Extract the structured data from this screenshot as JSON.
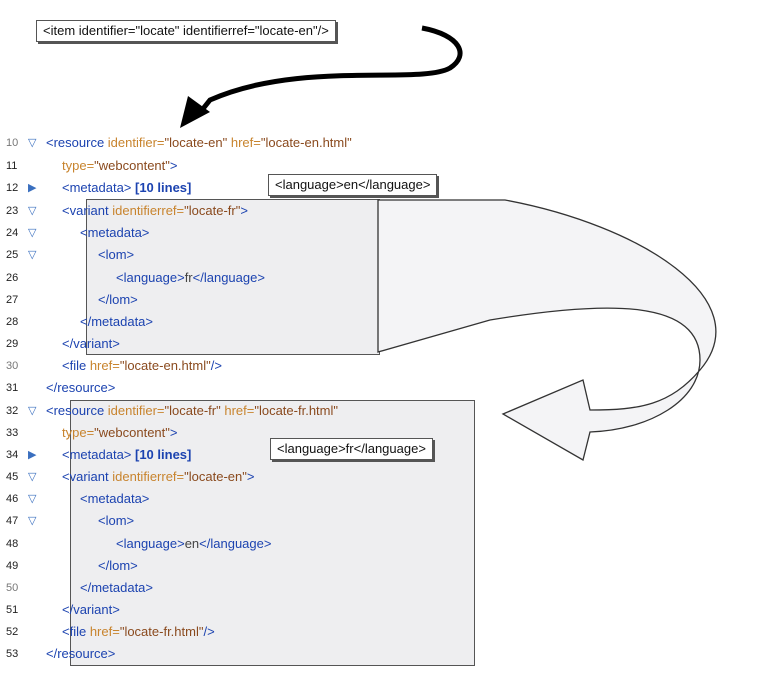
{
  "callouts": {
    "item": "<item identifier=\"locate\" identifierref=\"locate-en\"/>",
    "lang_en": "<language>en</language>",
    "lang_fr": "<language>fr</language>"
  },
  "lines": [
    {
      "n": "10",
      "fold": "open",
      "parts": [
        [
          "tag",
          "<resource "
        ],
        [
          "attr",
          "identifier="
        ],
        [
          "val",
          "\"locate-en\" "
        ],
        [
          "attr",
          "href="
        ],
        [
          "val",
          "\"locate-en.html\""
        ]
      ]
    },
    {
      "n": "11",
      "fold": "",
      "parts": [
        [
          "attr",
          "type="
        ],
        [
          "val",
          "\"webcontent\""
        ],
        [
          "tag",
          ">"
        ]
      ]
    },
    {
      "n": "12",
      "fold": "closed",
      "parts": [
        [
          "tag",
          "<metadata> "
        ],
        [
          "badge",
          "[10 lines]"
        ]
      ]
    },
    {
      "n": "23",
      "fold": "open",
      "parts": [
        [
          "tag",
          "<variant "
        ],
        [
          "attr",
          "identifierref="
        ],
        [
          "val",
          "\"locate-fr\""
        ],
        [
          "tag",
          ">"
        ]
      ]
    },
    {
      "n": "24",
      "fold": "open",
      "parts": [
        [
          "tag",
          "<metadata>"
        ]
      ]
    },
    {
      "n": "25",
      "fold": "open",
      "parts": [
        [
          "tag",
          "<lom>"
        ]
      ]
    },
    {
      "n": "26",
      "fold": "",
      "parts": [
        [
          "tag",
          "<language>"
        ],
        [
          "dim",
          "fr"
        ],
        [
          "tag",
          "</language>"
        ]
      ]
    },
    {
      "n": "27",
      "fold": "",
      "parts": [
        [
          "tag",
          "</lom>"
        ]
      ]
    },
    {
      "n": "28",
      "fold": "",
      "parts": [
        [
          "tag",
          "</metadata>"
        ]
      ]
    },
    {
      "n": "29",
      "fold": "",
      "parts": [
        [
          "tag",
          "</variant>"
        ]
      ]
    },
    {
      "n": "30",
      "fold": "",
      "parts": [
        [
          "tag",
          "<file "
        ],
        [
          "attr",
          "href="
        ],
        [
          "val",
          "\"locate-en.html\""
        ],
        [
          "tag",
          "/>"
        ]
      ]
    },
    {
      "n": "31",
      "fold": "",
      "parts": [
        [
          "tag",
          "</resource>"
        ]
      ]
    },
    {
      "n": "32",
      "fold": "open",
      "parts": [
        [
          "tag",
          "<resource "
        ],
        [
          "attr",
          "identifier="
        ],
        [
          "val",
          "\"locate-fr\" "
        ],
        [
          "attr",
          "href="
        ],
        [
          "val",
          "\"locate-fr.html\""
        ]
      ]
    },
    {
      "n": "33",
      "fold": "",
      "parts": [
        [
          "attr",
          "type="
        ],
        [
          "val",
          "\"webcontent\""
        ],
        [
          "tag",
          ">"
        ]
      ]
    },
    {
      "n": "34",
      "fold": "closed",
      "parts": [
        [
          "tag",
          "<metadata> "
        ],
        [
          "badge",
          "[10 lines]"
        ]
      ]
    },
    {
      "n": "45",
      "fold": "open",
      "parts": [
        [
          "tag",
          "<variant "
        ],
        [
          "attr",
          "identifierref="
        ],
        [
          "val",
          "\"locate-en\""
        ],
        [
          "tag",
          ">"
        ]
      ]
    },
    {
      "n": "46",
      "fold": "open",
      "parts": [
        [
          "tag",
          "<metadata>"
        ]
      ]
    },
    {
      "n": "47",
      "fold": "open",
      "parts": [
        [
          "tag",
          "<lom>"
        ]
      ]
    },
    {
      "n": "48",
      "fold": "",
      "parts": [
        [
          "tag",
          "<language>"
        ],
        [
          "dim",
          "en"
        ],
        [
          "tag",
          "</language>"
        ]
      ]
    },
    {
      "n": "49",
      "fold": "",
      "parts": [
        [
          "tag",
          "</lom>"
        ]
      ]
    },
    {
      "n": "50",
      "fold": "",
      "parts": [
        [
          "tag",
          "</metadata>"
        ]
      ]
    },
    {
      "n": "51",
      "fold": "",
      "parts": [
        [
          "tag",
          "</variant>"
        ]
      ]
    },
    {
      "n": "52",
      "fold": "",
      "parts": [
        [
          "tag",
          "<file "
        ],
        [
          "attr",
          "href="
        ],
        [
          "val",
          "\"locate-fr.html\""
        ],
        [
          "tag",
          "/>"
        ]
      ]
    },
    {
      "n": "53",
      "fold": "",
      "parts": [
        [
          "tag",
          "</resource>"
        ]
      ]
    }
  ]
}
